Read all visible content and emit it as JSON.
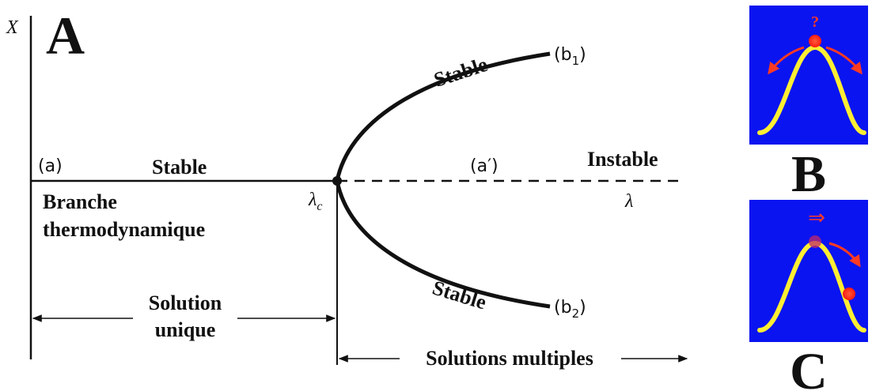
{
  "panel_a": {
    "letter": "A",
    "axis_y_label": "X",
    "axis_x_label": "λ",
    "lambda_c": "λ",
    "lambda_c_sub": "c",
    "point_a": "(a)",
    "point_a_prime": "(a′)",
    "stable_left": "Stable",
    "unstable": "Instable",
    "stable_upper": "Stable",
    "stable_lower": "Stable",
    "b1_main": "(b",
    "b1_sub": "1",
    "b1_close": ")",
    "b2_main": "(b",
    "b2_sub": "2",
    "b2_close": ")",
    "branch_line1": "Branche",
    "branch_line2": "thermodynamique",
    "unique_line1": "Solution",
    "unique_line2": "unique",
    "multiple": "Solutions multiples"
  },
  "panel_b": {
    "letter": "B",
    "question": "?"
  },
  "panel_c": {
    "letter": "C",
    "arrow": "⇒"
  },
  "colors": {
    "ink": "#111111",
    "panel_bg": "#0a14f0",
    "hill": "#ffee33",
    "ball": "#ff2a1a",
    "arrow": "#ff3a22"
  }
}
